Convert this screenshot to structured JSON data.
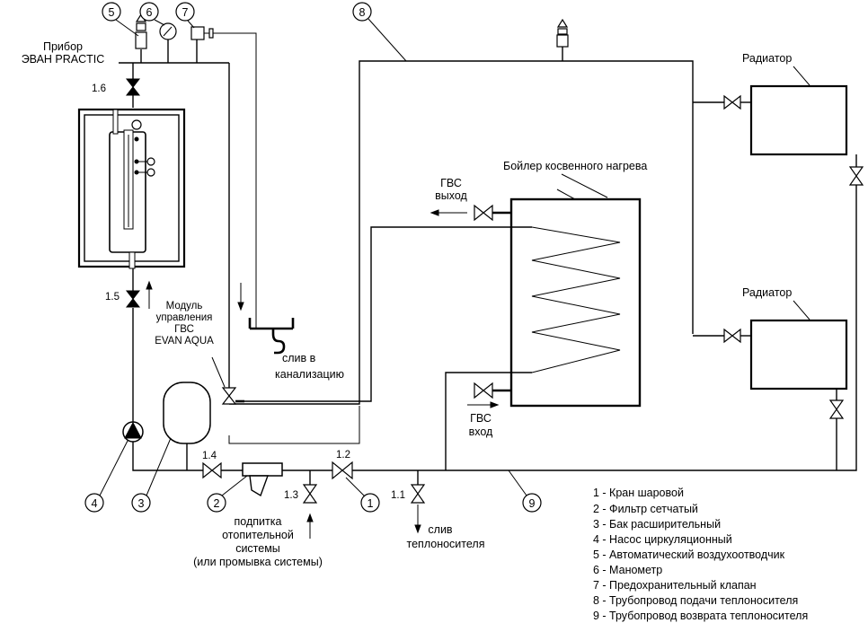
{
  "labels": {
    "device": [
      "Прибор",
      "ЭВАН PRACTIC"
    ],
    "module": [
      "Модуль",
      "управления",
      "ГВС",
      "EVAN  AQUA"
    ],
    "boiler": "Бойлер косвенного нагрева",
    "hot_out": [
      "ГВС",
      "выход"
    ],
    "hot_in": [
      "ГВС",
      "вход"
    ],
    "radiator_top": "Радиатор",
    "radiator_bottom": "Радиатор",
    "sewer": [
      "слив в",
      "канализацию"
    ],
    "drain": [
      "слив",
      "теплоносителя"
    ],
    "makeup": [
      "подпитка",
      "отопительной",
      "системы",
      "(или промывка системы)"
    ]
  },
  "valve_tags": {
    "v16": "1.6",
    "v15": "1.5",
    "v14": "1.4",
    "v13": "1.3",
    "v12": "1.2",
    "v11": "1.1"
  },
  "callouts": {
    "c1": "1",
    "c2": "2",
    "c3": "3",
    "c4": "4",
    "c5": "5",
    "c6": "6",
    "c7": "7",
    "c8": "8",
    "c9": "9"
  },
  "legend": [
    "1 - Кран шаровой",
    "2 - Фильтр сетчатый",
    "3 - Бак расширительный",
    "4 - Насос циркуляционный",
    "5 - Автоматический воздухоотводчик",
    "6 - Манометр",
    "7 -  Предохранительный клапан",
    "8 - Трубопровод подачи теплоносителя",
    "9 - Трубопровод возврата теплоносителя"
  ]
}
